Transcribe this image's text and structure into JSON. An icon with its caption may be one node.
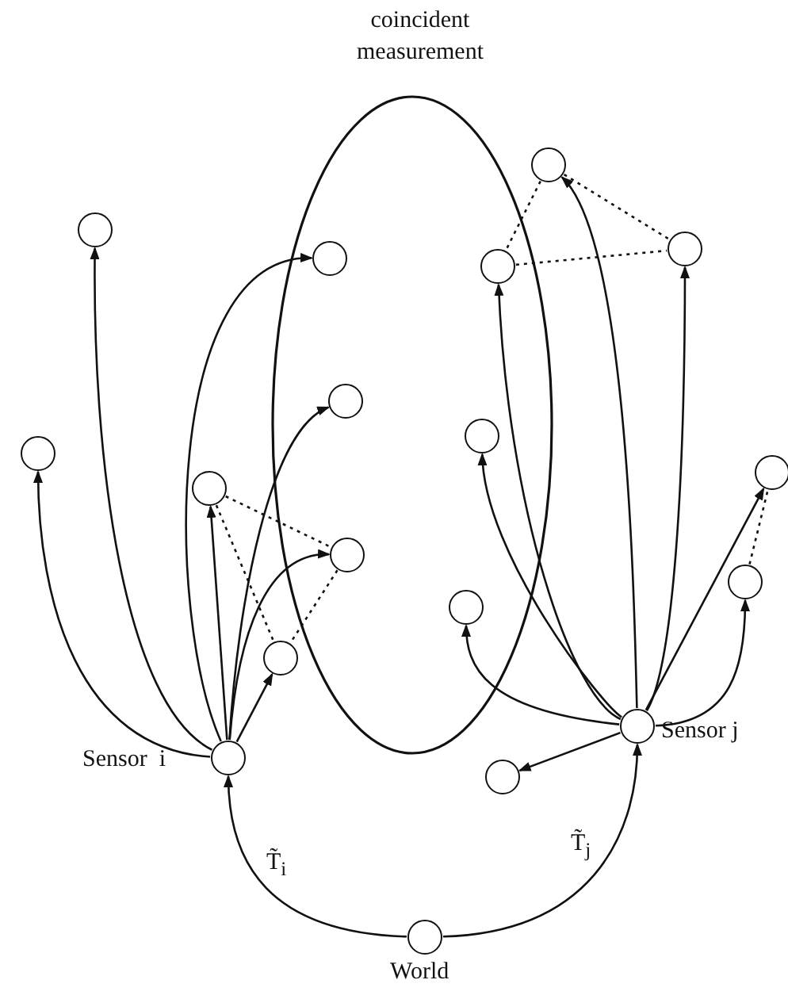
{
  "diagram": {
    "nodes": [
      {
        "text": [
          "coincident measurement"
        ]
      },
      {
        "text": [],
        "shape": "circle"
      },
      {
        "text": [],
        "shape": "circle",
        "in": 0
      },
      {
        "text": [],
        "shape": "circle",
        "in": 0
      },
      {
        "text": [],
        "shape": "circle"
      },
      {
        "text": [],
        "shape": "circle"
      },
      {
        "text": [],
        "shape": "circle",
        "in": 0
      },
      {
        "text": [],
        "shape": "circle"
      },
      {
        "text": [],
        "shape": "circle",
        "beside": [
          "Sensor  i"
        ]
      },
      {
        "text": [],
        "shape": "circle"
      },
      {
        "text": [],
        "shape": "circle",
        "in": 0
      },
      {
        "text": [],
        "shape": "circle"
      },
      {
        "text": [],
        "shape": "circle",
        "in": 0
      },
      {
        "text": [],
        "shape": "circle"
      },
      {
        "text": [],
        "shape": "circle"
      },
      {
        "text": [],
        "shape": "circle",
        "in": 0
      },
      {
        "text": [],
        "shape": "circle",
        "beside": [
          "Sensor j"
        ]
      },
      {
        "text": [],
        "shape": "circle"
      },
      {
        "text": [],
        "shape": "circle",
        "beside": [
          "World"
        ]
      }
    ],
    "edges": [
      {
        "from": 8,
        "to": 1,
        "arrow": "to"
      },
      {
        "from": 8,
        "to": 2,
        "arrow": "to"
      },
      {
        "from": 8,
        "to": 3,
        "arrow": "to"
      },
      {
        "from": 8,
        "to": 4,
        "arrow": "to"
      },
      {
        "from": 8,
        "to": 5,
        "arrow": "to"
      },
      {
        "from": 8,
        "to": 6,
        "arrow": "to"
      },
      {
        "from": 8,
        "to": 7,
        "arrow": "to"
      },
      {
        "from": 5,
        "to": 6,
        "arrow": "none",
        "style": "dashed"
      },
      {
        "from": 5,
        "to": 7,
        "arrow": "none",
        "style": "dashed"
      },
      {
        "from": 6,
        "to": 7,
        "arrow": "none",
        "style": "dashed"
      },
      {
        "from": 16,
        "to": 9,
        "arrow": "to"
      },
      {
        "from": 16,
        "to": 10,
        "arrow": "to"
      },
      {
        "from": 16,
        "to": 11,
        "arrow": "to"
      },
      {
        "from": 16,
        "to": 12,
        "arrow": "to"
      },
      {
        "from": 16,
        "to": 13,
        "arrow": "to"
      },
      {
        "from": 16,
        "to": 14,
        "arrow": "to"
      },
      {
        "from": 16,
        "to": 15,
        "arrow": "to"
      },
      {
        "from": 16,
        "to": 17,
        "arrow": "to"
      },
      {
        "from": 9,
        "to": 10,
        "arrow": "none",
        "style": "dashed"
      },
      {
        "from": 9,
        "to": 11,
        "arrow": "none",
        "style": "dashed"
      },
      {
        "from": 10,
        "to": 11,
        "arrow": "none",
        "style": "dashed"
      },
      {
        "from": 14,
        "to": 13,
        "arrow": "none",
        "style": "dashed"
      },
      {
        "from": 18,
        "to": 8,
        "arrow": "to",
        "label": "T̃$_{i}$"
      },
      {
        "from": 18,
        "to": 16,
        "arrow": "to",
        "label": "T̃$_{j}$"
      }
    ]
  }
}
